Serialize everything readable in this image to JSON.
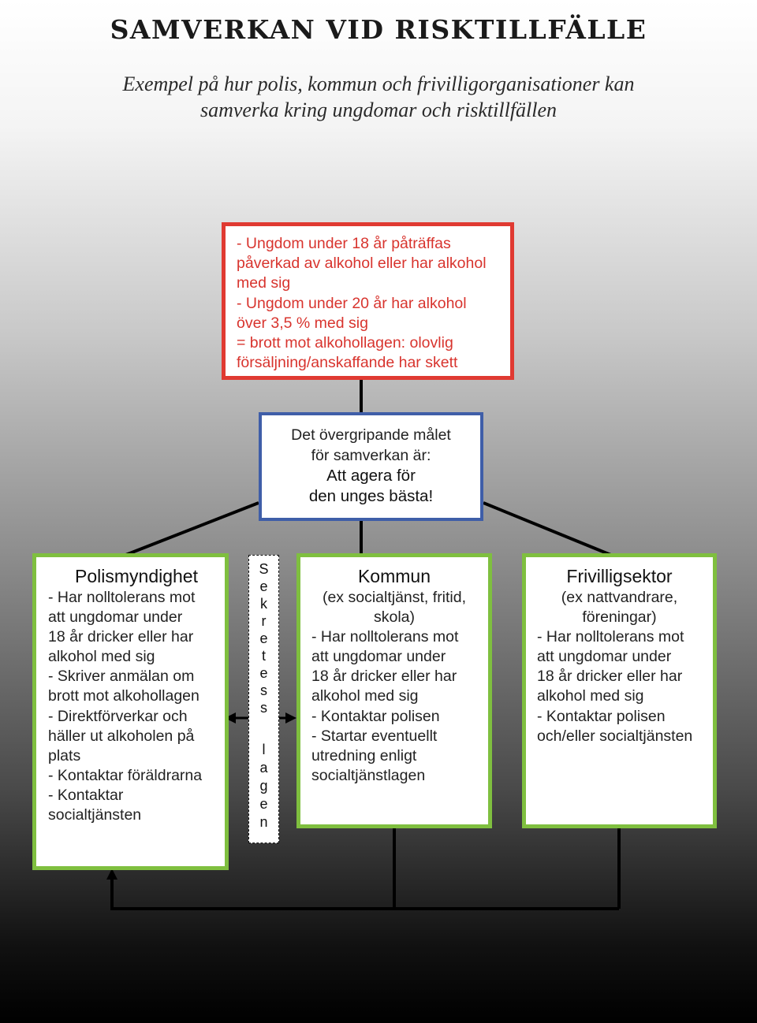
{
  "title": "SAMVERKAN VID RISKTILLFÄLLE",
  "subtitle_lines": [
    "Exempel på hur polis, kommun och frivilligorganisationer kan",
    "samverka kring ungdomar och risktillfällen"
  ],
  "risk_box": {
    "lines": [
      "- Ungdom under 18 år påträffas",
      "påverkad av alkohol eller har alkohol",
      "med sig",
      "- Ungdom under 20 år har alkohol",
      "över 3,5 % med sig",
      "= brott mot alkohollagen: olovlig",
      "försäljning/anskaffande har skett"
    ]
  },
  "goal_box": {
    "lines": [
      "Det övergripande målet",
      "för samverkan är:"
    ],
    "highlight_lines": [
      "Att agera för",
      "den unges bästa!"
    ]
  },
  "polis": {
    "heading": "Polismyndighet",
    "lines": [
      "- Har nolltolerans mot",
      "att ungdomar under",
      "18 år dricker eller har",
      "alkohol med sig",
      "- Skriver anmälan om",
      "brott mot alkohollagen",
      "- Direktförverkar och",
      "häller ut alkoholen på",
      "plats",
      "- Kontaktar föräldrarna",
      "- Kontaktar",
      "socialtjänsten"
    ]
  },
  "kommun": {
    "heading": "Kommun",
    "sub_lines": [
      "(ex socialtjänst, fritid,",
      "skola)"
    ],
    "lines": [
      "- Har nolltolerans mot",
      "att ungdomar under",
      "18 år dricker eller har",
      "alkohol med sig",
      "- Kontaktar polisen",
      "- Startar eventuellt",
      "utredning enligt",
      "socialtjänstlagen"
    ]
  },
  "frivillig": {
    "heading": "Frivilligsektor",
    "sub_lines": [
      "(ex nattvandrare,",
      "föreningar)"
    ],
    "lines": [
      "- Har nolltolerans mot",
      "att ungdomar under",
      "18 år dricker eller har",
      "alkohol med sig",
      "- Kontaktar polisen",
      "och/eller socialtjänsten"
    ]
  },
  "secrecy_label": "Sekretess lagen",
  "secrecy_letters": [
    "S",
    "e",
    "k",
    "r",
    "e",
    "t",
    "e",
    "s",
    "s",
    "l",
    "a",
    "g",
    "e",
    "n"
  ],
  "colors": {
    "risk_border": "#e03a32",
    "goal_border": "#3f5ea8",
    "sector_border": "#7fbf3f",
    "connector": "#000000"
  }
}
